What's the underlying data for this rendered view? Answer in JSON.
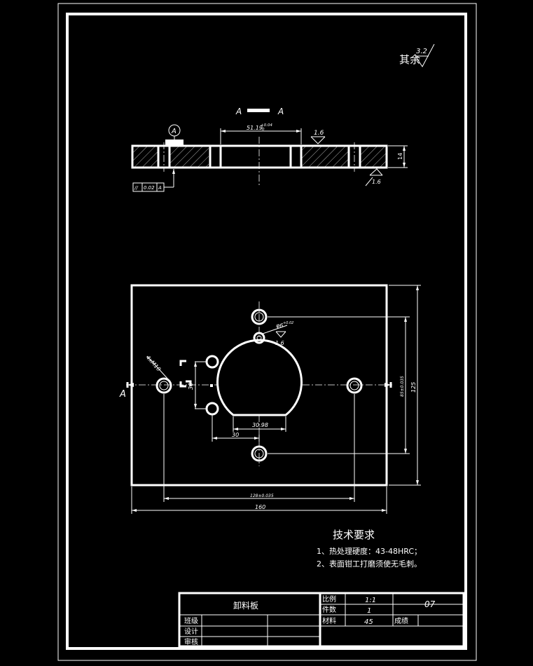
{
  "roughness": {
    "note_label": "其余",
    "note_value": "3.2",
    "top_face": "1.6",
    "bottom_face": "1.6",
    "small_hole": "1.6"
  },
  "section_view": {
    "label_left": "A",
    "label_right": "A",
    "bore_dim": "51.19",
    "bore_tol": "+0.04",
    "bore_tol_lower": "0",
    "thickness_dim": "14",
    "datum_label": "A",
    "tolerance_frame": {
      "symbol": "//",
      "value": "0.02",
      "datum": "A"
    }
  },
  "plan_view": {
    "section_mark": "A",
    "hole_spec": "4xM10",
    "small_hole_dim": "φ6",
    "small_hole_tol": "+0.02",
    "dim_short_v": "30",
    "dim_flat_width": "30.98",
    "dim_flat_offset": "30",
    "dim_hole_pitch_h": "128±0.035",
    "dim_total_width": "160",
    "dim_hole_pitch_v": "85±0.035",
    "dim_total_height": "125"
  },
  "tech_requirements": {
    "title": "技术要求",
    "items": [
      "1、热处理硬度：43-48HRC；",
      "2、表面钳工打磨须使无毛刺。"
    ]
  },
  "title_block": {
    "part_name": "卸料板",
    "scale_label": "比例",
    "scale_value": "1:1",
    "qty_label": "件数",
    "qty_value": "1",
    "material_label": "材料",
    "material_value": "45",
    "drawing_no": "07",
    "drawn_label": "成绩",
    "draw_label": "班级",
    "design_label": "设计",
    "review_label": "审核"
  }
}
